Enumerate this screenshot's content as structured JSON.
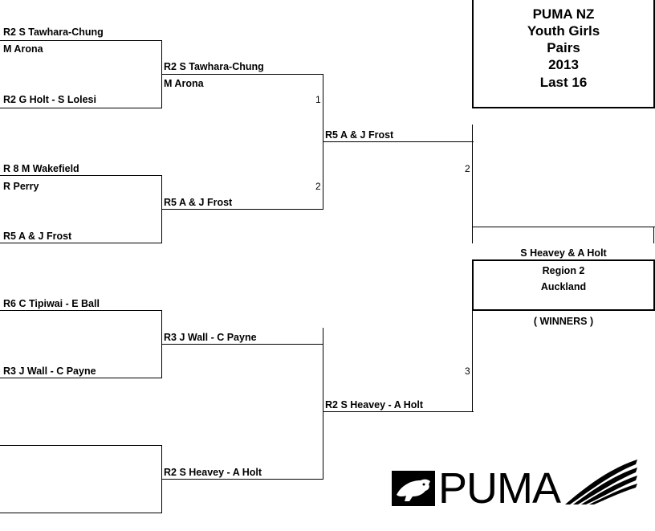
{
  "title": {
    "line1": "PUMA NZ",
    "line2": "Youth Girls",
    "line3": "Pairs",
    "line4": "2013",
    "line5": "Last 16"
  },
  "round1": [
    {
      "top": "R2 S Tawhara-Chung",
      "top2": "M Arona",
      "bottom": "R2 G Holt - S Lolesi"
    },
    {
      "top": "R 8 M Wakefield",
      "top2": "R Perry",
      "bottom": "R5 A & J Frost"
    },
    {
      "top": "R6 C Tipiwai - E Ball",
      "bottom": "R3 J Wall - C Payne"
    },
    {
      "top": "",
      "bottom": ""
    }
  ],
  "round2": [
    {
      "name": "R2 S Tawhara-Chung",
      "name2": "M Arona"
    },
    {
      "name": "R5 A & J Frost"
    },
    {
      "name": "R3 J Wall - C Payne"
    },
    {
      "name": "R2 S Heavey - A Holt"
    }
  ],
  "round3": [
    {
      "name": "R5 A & J Frost"
    },
    {
      "name": "R2 S Heavey - A Holt"
    }
  ],
  "scores": {
    "s1": "1",
    "s2": "2",
    "s3": "2",
    "s4": "3"
  },
  "winner": {
    "name": "S Heavey & A Holt",
    "region": "Region 2",
    "city": "Auckland",
    "tag": "( WINNERS )"
  },
  "logo": {
    "text": "PUMA"
  }
}
